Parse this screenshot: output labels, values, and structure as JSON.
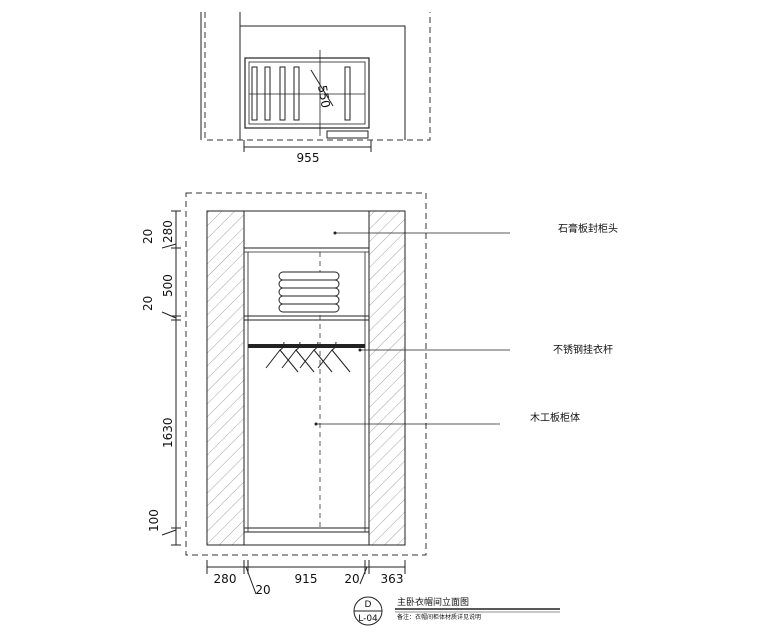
{
  "plan": {
    "width_dim": "955",
    "diag_dim": "550"
  },
  "elevation": {
    "dims_left": [
      "20",
      "280",
      "20",
      "500",
      "1630",
      "100"
    ],
    "dims_bottom": [
      "280",
      "20",
      "915",
      "20",
      "363"
    ],
    "callouts": [
      {
        "label": "石膏板封柜头"
      },
      {
        "label": "不锈钢挂衣杆"
      },
      {
        "label": "木工板柜体"
      }
    ]
  },
  "title_block": {
    "symbol_top": "D",
    "symbol_bottom": "L-04",
    "title": "主卧衣帽间立面图",
    "subtitle": "备注：衣帽间柜体材质详见说明"
  }
}
